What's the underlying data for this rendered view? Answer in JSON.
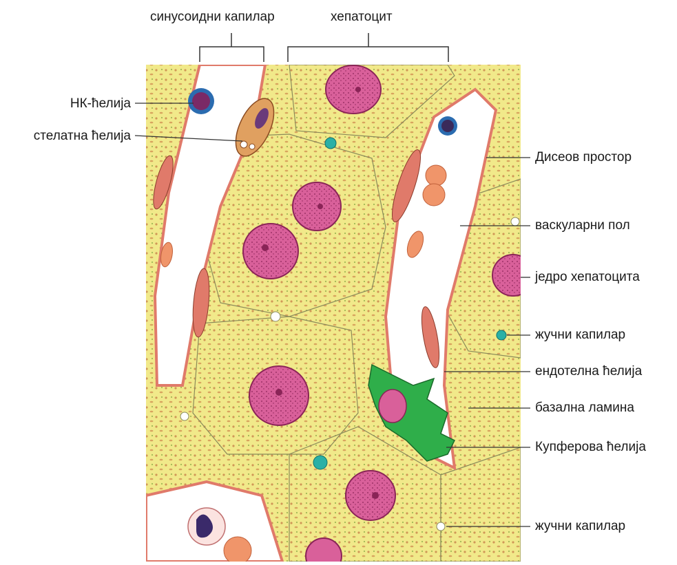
{
  "top_labels": {
    "sinusoid": "синусоидни капилар",
    "hepatocyte": "хепатоцит"
  },
  "left_labels": {
    "nk_cell": "НК-ћелија",
    "stellate_cell": "стелатна ћелија"
  },
  "right_labels": {
    "disse_space": "Дисеов простор",
    "vascular_pole": "васкуларни пол",
    "hepatocyte_nucleus": "једро хепатоцита",
    "bile_canaliculus_1": "жучни капилар",
    "endothelial_cell": "ендотелна ћелија",
    "basal_lamina": "базална ламина",
    "kupffer_cell": "Купферова ћелија",
    "bile_canaliculus_2": "жучни капилар"
  },
  "colors": {
    "cytoplasm": "#f1e98a",
    "nucleus": "#d9609a",
    "endothelium": "#e07a6a",
    "kupffer": "#2fae4a",
    "bile": "#2ab0a6",
    "nk": "#2b6cb0",
    "lumen": "#ffffff"
  }
}
